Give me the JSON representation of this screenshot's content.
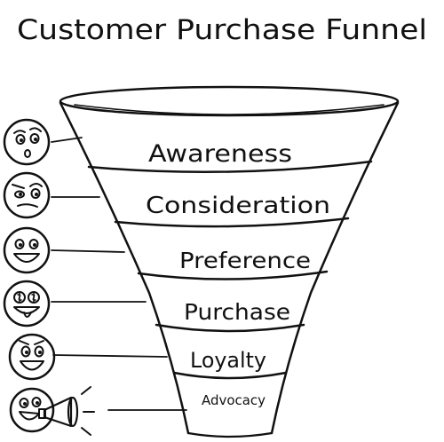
{
  "title": "Customer Purchase Funnel",
  "stages": [
    {
      "label": "Awareness",
      "face": "confused-face-icon"
    },
    {
      "label": "Consideration",
      "face": "skeptical-face-icon"
    },
    {
      "label": "Preference",
      "face": "happy-face-icon"
    },
    {
      "label": "Purchase",
      "face": "money-eyes-face-icon"
    },
    {
      "label": "Loyalty",
      "face": "delighted-face-icon"
    },
    {
      "label": "Advocacy",
      "face": "megaphone-face-icon"
    }
  ],
  "colors": {
    "ink": "#111111",
    "background": "#ffffff"
  }
}
